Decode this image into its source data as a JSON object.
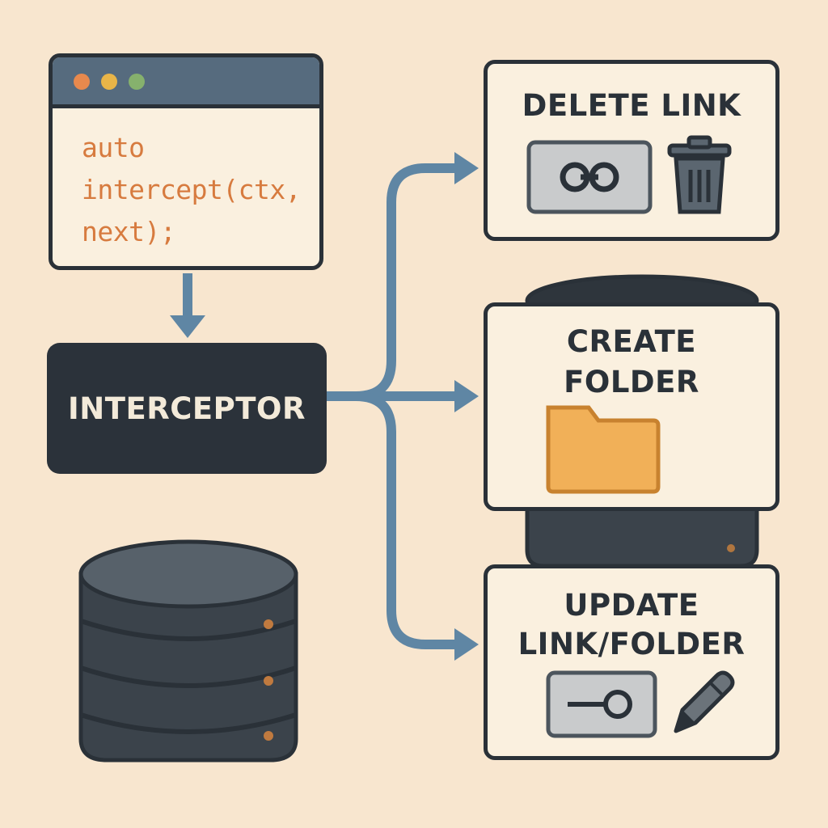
{
  "code_window": {
    "lines": [
      "auto",
      "intercept(ctx,",
      "next);"
    ],
    "traffic_lights": [
      "#e8894d",
      "#e9b548",
      "#86b16d"
    ]
  },
  "interceptor": {
    "label": "INTERCEPTOR"
  },
  "operations": [
    {
      "title": "DELETE LINK",
      "icons": [
        "link-icon",
        "trash-icon"
      ]
    },
    {
      "title_lines": [
        "CREATE",
        "FOLDER"
      ],
      "icons": [
        "folder-icon"
      ]
    },
    {
      "title_lines": [
        "UPDATE",
        "LINK/FOLDER"
      ],
      "icons": [
        "link-field-icon",
        "pencil-icon"
      ]
    }
  ],
  "database": {
    "icon": "database-icon",
    "tiers": 3
  },
  "colors": {
    "background": "#f8e6cf",
    "outline": "#2a3138",
    "arrow": "#5f86a4",
    "code_text": "#d77b3f",
    "folder": "#f1b058",
    "database": "#3b434b"
  }
}
